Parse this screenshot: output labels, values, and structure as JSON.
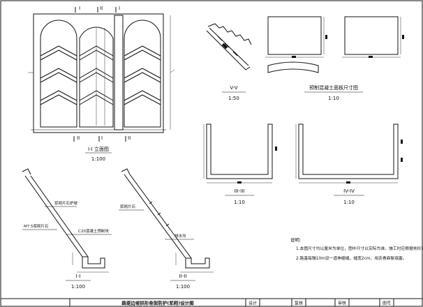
{
  "views": {
    "plan": {
      "label": "I-I 立面图",
      "scale": "1:100",
      "marks": [
        "I",
        "II",
        "I",
        "II",
        "I",
        "II"
      ]
    },
    "section_v": {
      "label": "V-V",
      "scale": "1:50"
    },
    "precast_block": {
      "label": "预制混凝土面板尺寸图",
      "scale": "1:10"
    },
    "section_iii": {
      "label": "III-III",
      "scale": "1:10"
    },
    "section_iv": {
      "label": "IV-IV",
      "scale": "1:10"
    },
    "section_i": {
      "label": "I-I",
      "scale": "1:100",
      "callouts": [
        "浆砌片石护坡",
        "M7.5浆砌片石",
        "C20混凝土预制块"
      ]
    },
    "section_ii": {
      "label": "II-II",
      "scale": "1:100",
      "callouts": [
        "浆砌片石",
        "排水沟"
      ]
    }
  },
  "notes": {
    "heading": "说明:",
    "items": [
      "1.本图尺寸均以厘米为单位，图中尺寸以实际为准，施工时应根据地形调整。",
      "2.路基每隔10m设一道伸缩缝，缝宽2cm，用沥青麻絮填塞。"
    ]
  },
  "title_block": {
    "title": "路堤边坡拱形骨架防护(浆砌)设计图",
    "fields": [
      "设计",
      "复核",
      "审核",
      "图号"
    ]
  }
}
